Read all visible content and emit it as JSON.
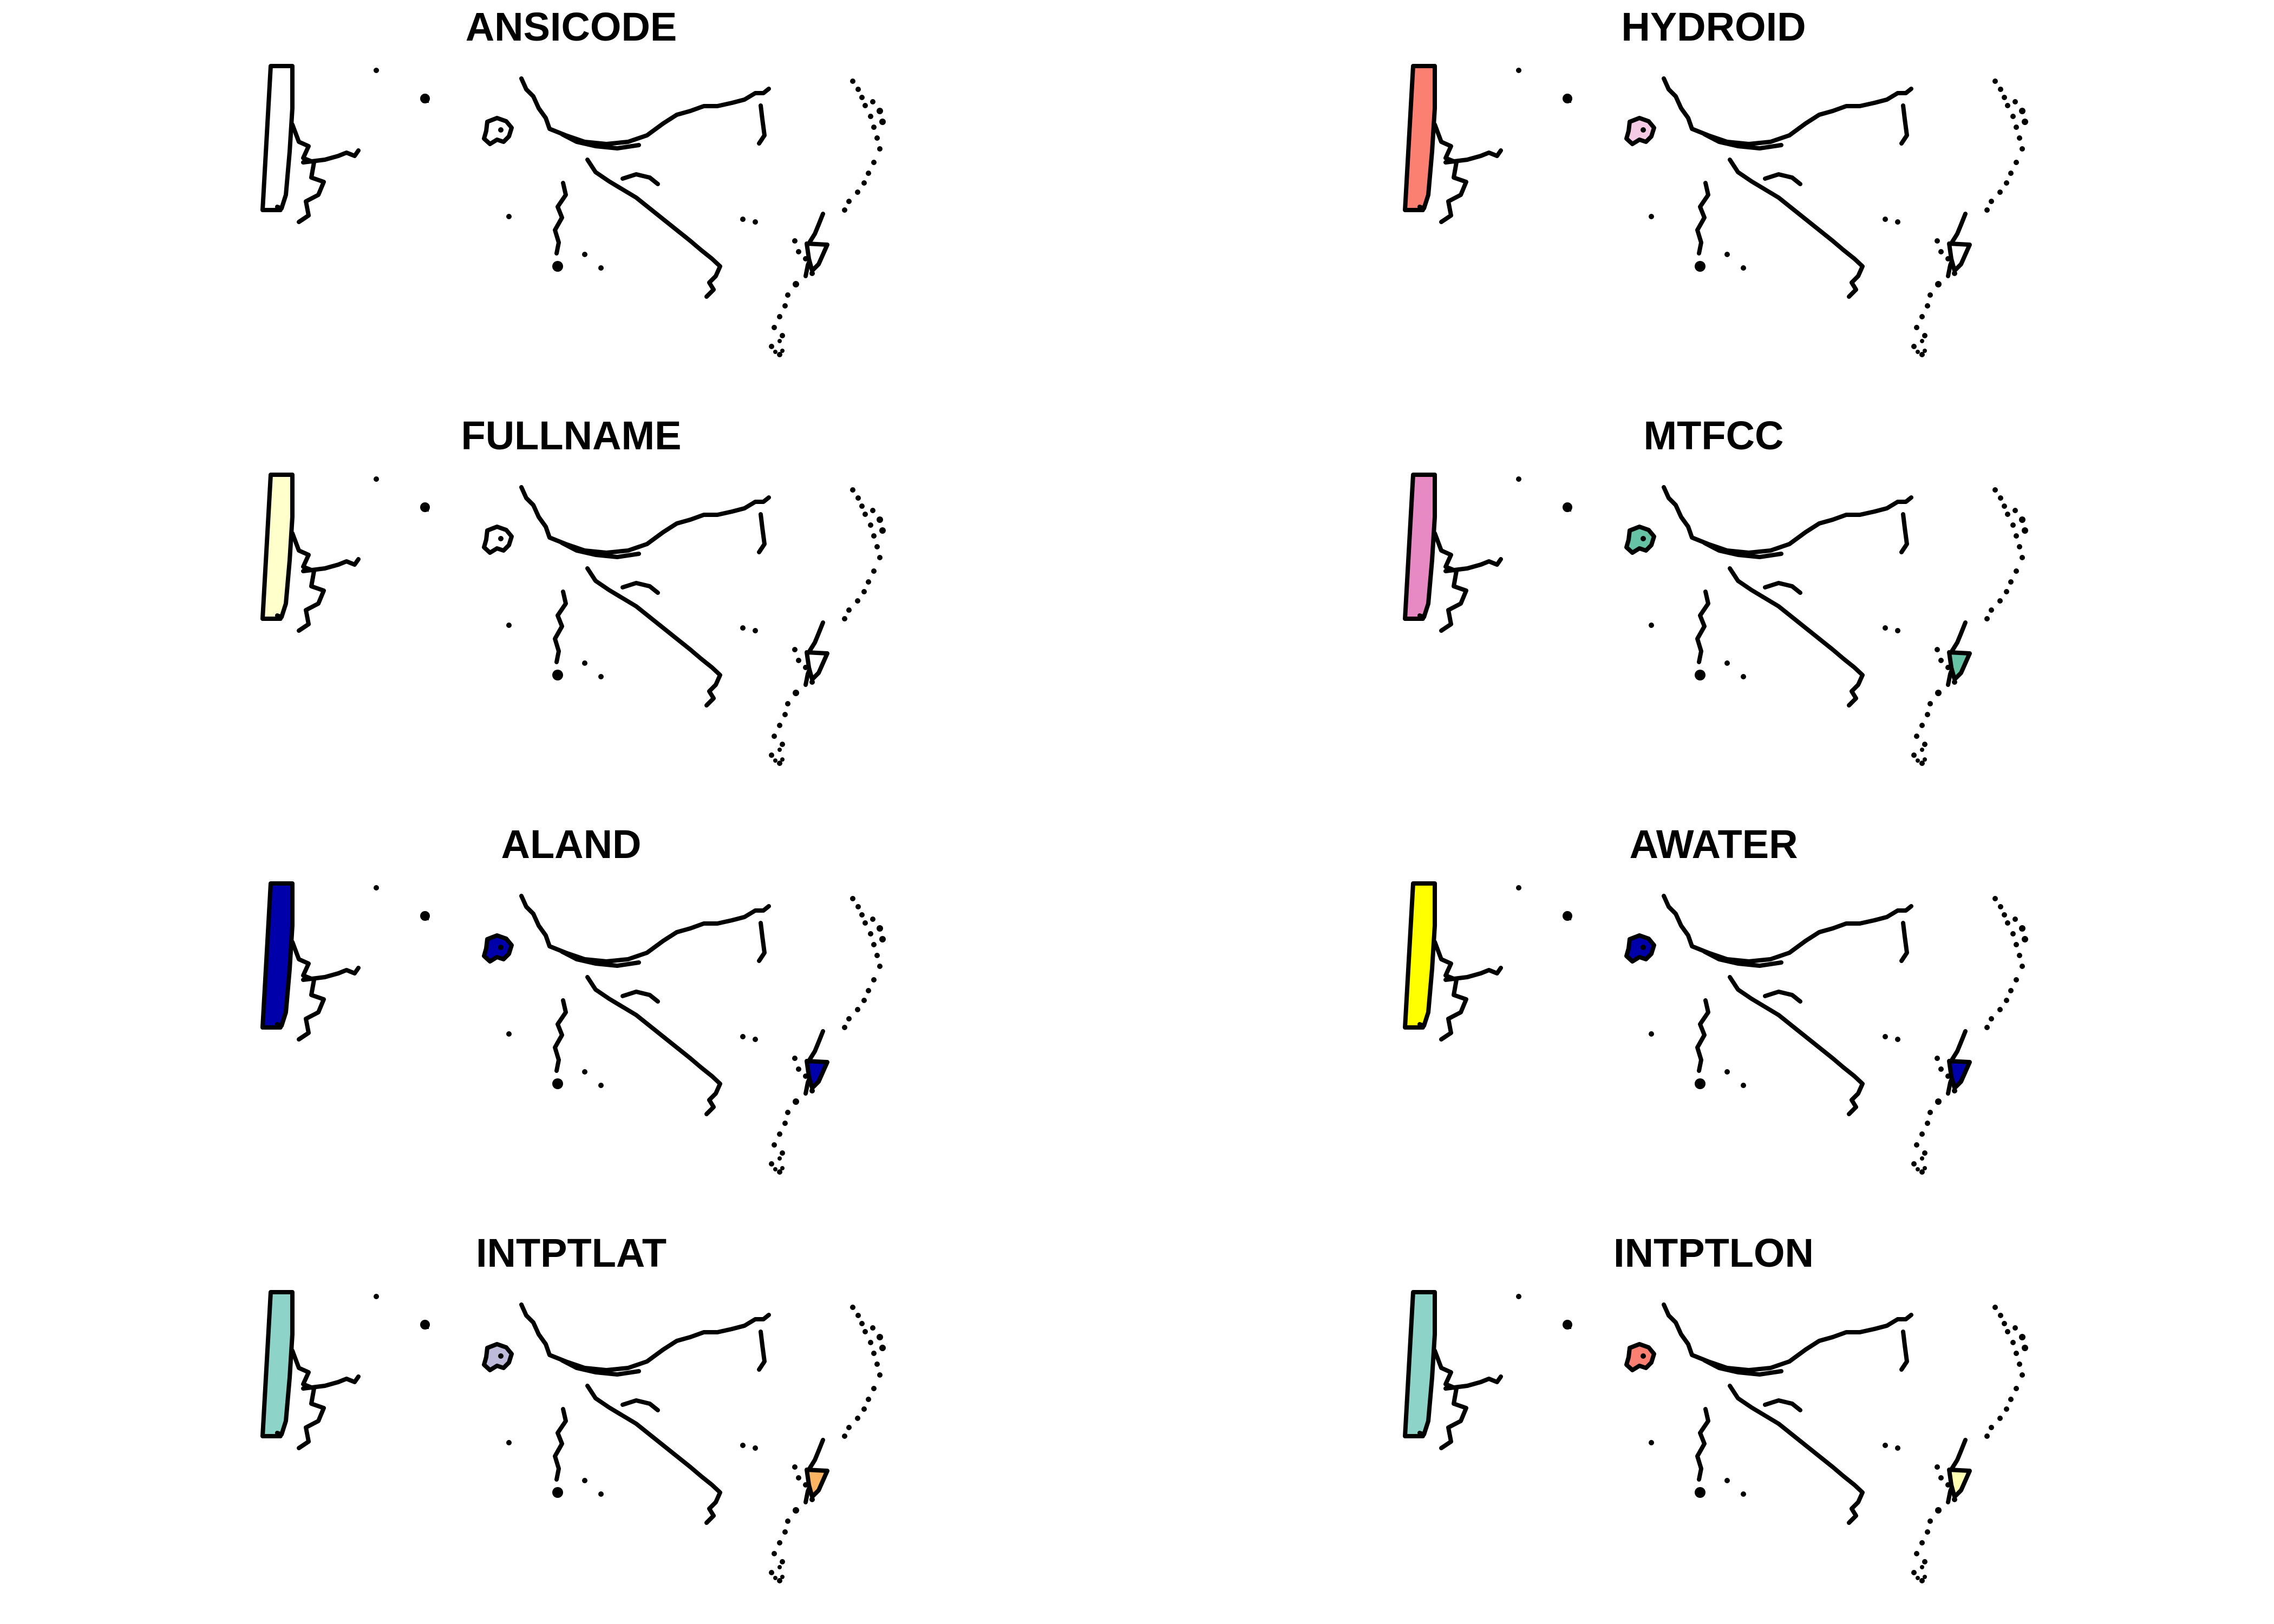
{
  "figure": {
    "background": "#ffffff",
    "outline_color": "#000000"
  },
  "panels": [
    {
      "title": "ANSICODE",
      "strip_color": "#ffffff",
      "lake_color": "#ffffff",
      "inlet_color": "#ffffff"
    },
    {
      "title": "HYDROID",
      "strip_color": "#fb8072",
      "lake_color": "#f4cae4",
      "inlet_color": "#ffffff"
    },
    {
      "title": "FULLNAME",
      "strip_color": "#ffffcc",
      "lake_color": "#ffffff",
      "inlet_color": "#ffffff"
    },
    {
      "title": "MTFCC",
      "strip_color": "#e78ac3",
      "lake_color": "#66c2a5",
      "inlet_color": "#66c2a5"
    },
    {
      "title": "ALAND",
      "strip_color": "#0000aa",
      "lake_color": "#0000aa",
      "inlet_color": "#0000aa"
    },
    {
      "title": "AWATER",
      "strip_color": "#ffff00",
      "lake_color": "#0000aa",
      "inlet_color": "#0000aa"
    },
    {
      "title": "INTPTLAT",
      "strip_color": "#8dd3c7",
      "lake_color": "#bebada",
      "inlet_color": "#fdb462"
    },
    {
      "title": "INTPTLON",
      "strip_color": "#8dd3c7",
      "lake_color": "#fb8072",
      "inlet_color": "#ffffb3"
    }
  ]
}
